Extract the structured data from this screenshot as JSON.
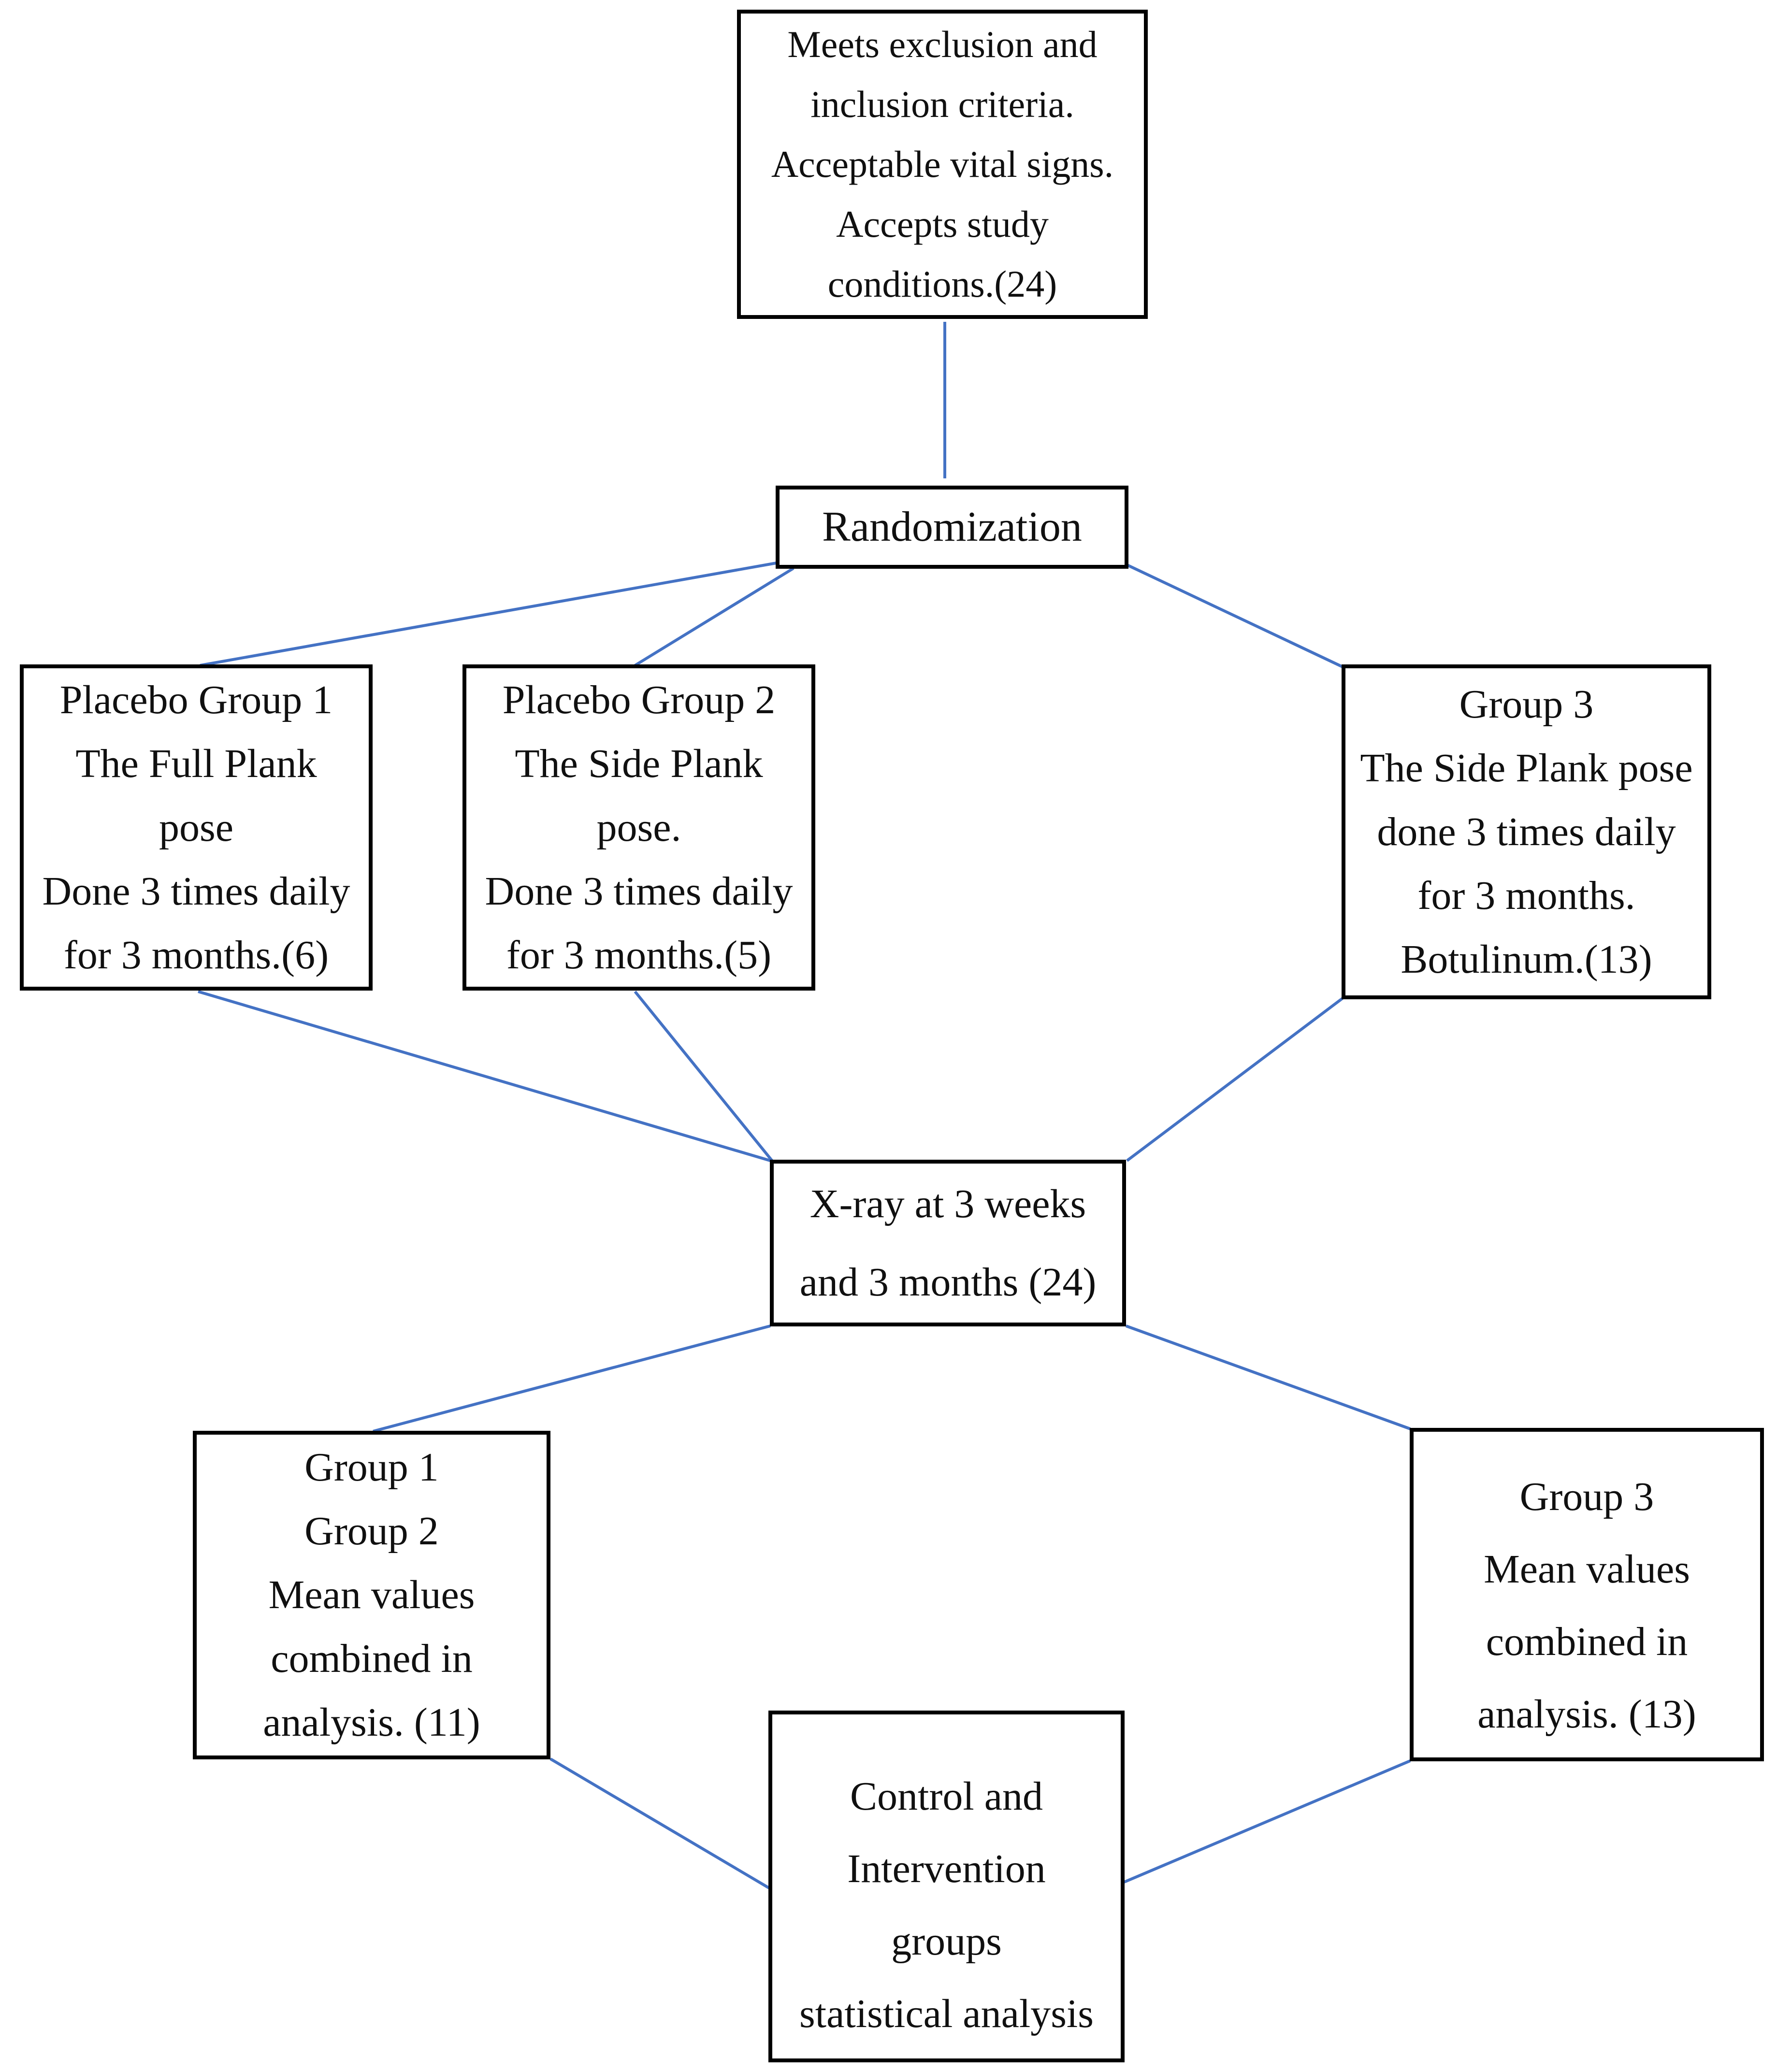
{
  "page": {
    "background": "#ffffff"
  },
  "diagram": {
    "connector_color": "#4472C4",
    "box_border_color": "#000000",
    "text_color": "#101010",
    "nodes": {
      "eligibility": {
        "lines": [
          "Meets exclusion and",
          "inclusion criteria.",
          "Acceptable vital signs.",
          "Accepts study",
          "conditions.(24)"
        ]
      },
      "randomization": {
        "lines": [
          "Randomization"
        ]
      },
      "placebo_group_1": {
        "lines": [
          "Placebo Group 1",
          "The Full Plank",
          "pose",
          "Done 3 times daily",
          "for 3 months.(6)"
        ]
      },
      "placebo_group_2": {
        "lines": [
          "Placebo Group 2",
          "The Side Plank",
          "pose.",
          "Done 3 times daily",
          "for 3 months.(5)"
        ]
      },
      "group_3": {
        "lines": [
          "Group 3",
          "The Side Plank pose",
          "done 3 times daily",
          "for 3 months.",
          "Botulinum.(13)"
        ]
      },
      "xray": {
        "lines": [
          "X-ray at 3 weeks",
          "and 3 months (24)"
        ]
      },
      "combined_groups_1_2": {
        "lines": [
          "Group 1",
          "Group 2",
          "Mean values",
          "combined in",
          "analysis. (11)"
        ]
      },
      "combined_group_3": {
        "lines": [
          "Group 3",
          "Mean values",
          "combined in",
          "analysis. (13)"
        ]
      },
      "statistical_analysis": {
        "lines": [
          "Control and",
          "Intervention",
          "groups",
          "statistical analysis"
        ]
      }
    }
  }
}
